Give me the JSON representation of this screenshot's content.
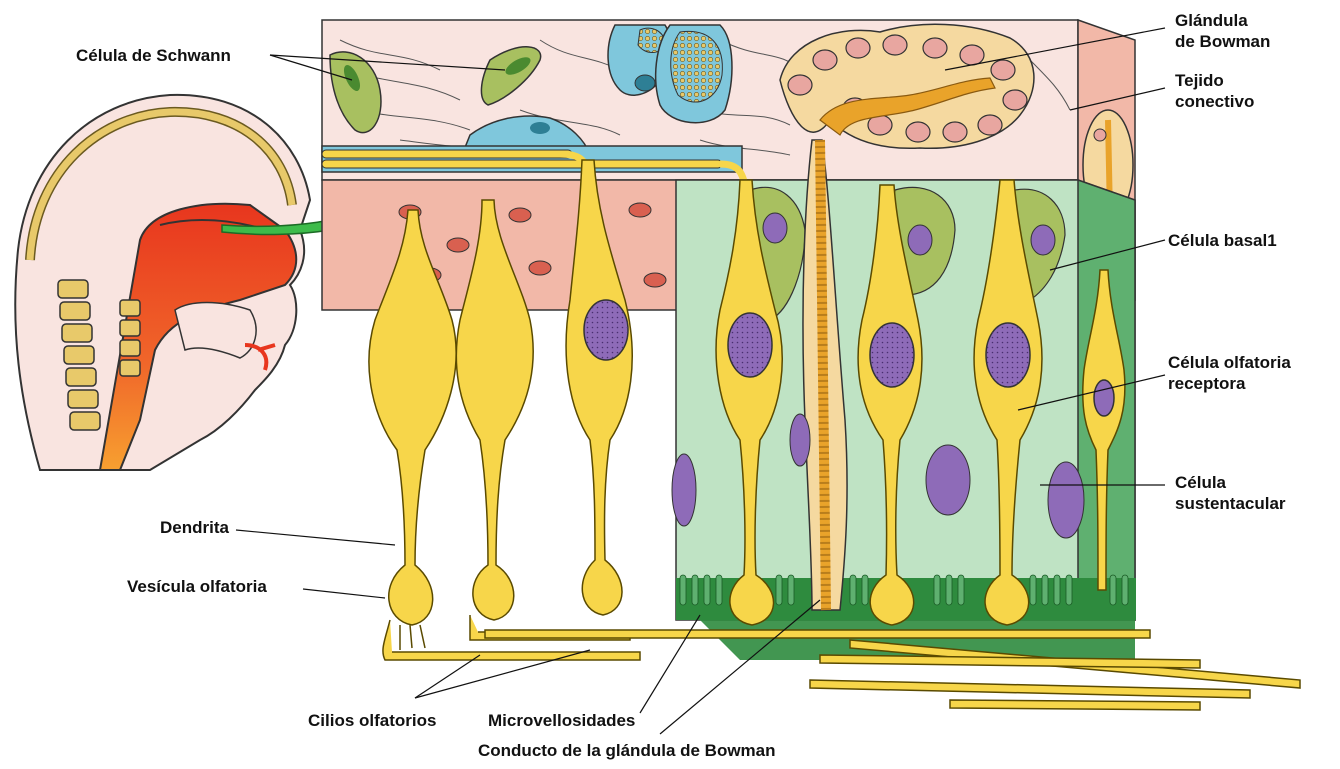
{
  "labels": {
    "schwann": "Célula de Schwann",
    "bowman_gland_line1": "Glándula",
    "bowman_gland_line2": "de Bowman",
    "connective_line1": "Tejido",
    "connective_line2": "conectivo",
    "basal": "Célula basal1",
    "receptor_line1": "Célula olfatoria",
    "receptor_line2": "receptora",
    "sustentacular_line1": "Célula",
    "sustentacular_line2": "sustentacular",
    "dendrite": "Dendrita",
    "vesicle": "Vesícula olfatoria",
    "cilia": "Cilios olfatorios",
    "microvilli": "Microvellosidades",
    "bowman_duct": "Conducto de la glándula de Bowman"
  },
  "colors": {
    "neuron": "#F7D64A",
    "neuron_outline": "#5a4a00",
    "nucleus": "#8E6BB8",
    "epithelium": "#BFE3C4",
    "epithelium_dark": "#2E8B3E",
    "connective": "#F9E4E0",
    "lamina": "#F2B8A8",
    "gland": "#E9A32A",
    "sustentacular": "#A8C060",
    "arrow": "#3DBB4A",
    "nasal_cavity": "#E8361E"
  }
}
